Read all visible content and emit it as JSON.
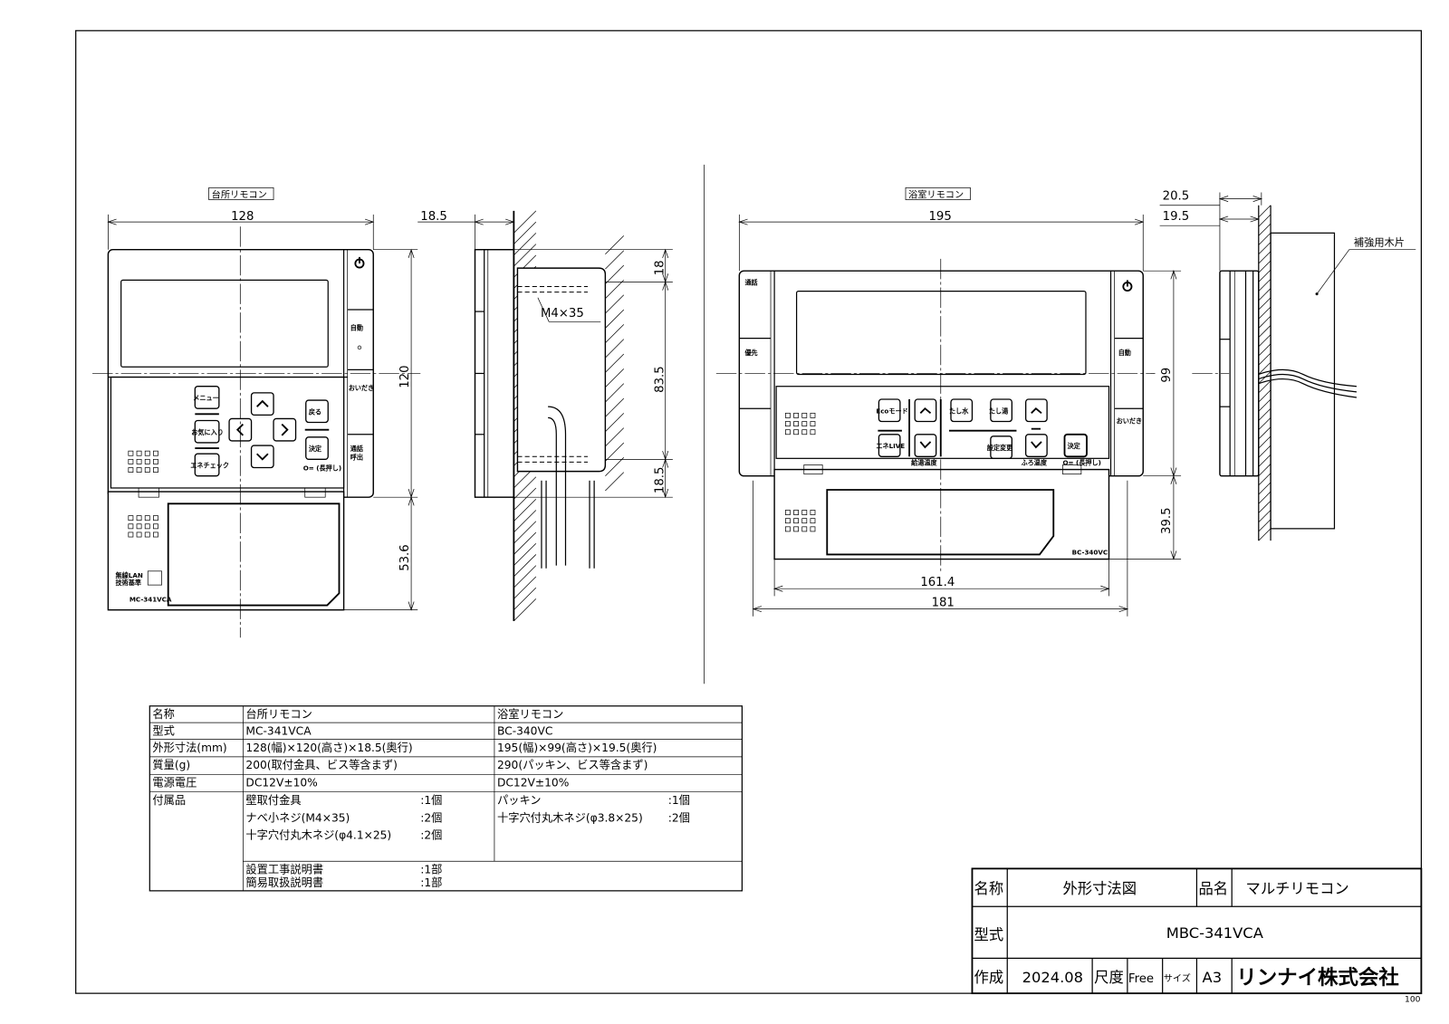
{
  "kitchen": {
    "title": "台所リモコン",
    "model_label": "MC-341VCA",
    "side_buttons": [
      "自動",
      "おいだき",
      "通話",
      "呼出"
    ],
    "buttons": [
      "メニュー",
      "お気に入り",
      "エネチェック",
      "戻る",
      "決定"
    ],
    "key_note": "O= (長押し)",
    "lid_text": [
      "無線LAN",
      "技術基準"
    ],
    "dims": {
      "width": "128",
      "height": "120",
      "lid": "53.6",
      "depth": "18.5",
      "top": "18",
      "pitch": "83.5",
      "bottom": "18.5"
    },
    "screw_label": "M4×35"
  },
  "bath": {
    "title": "浴室リモコン",
    "model_label": "BC-340VC",
    "left_buttons": [
      "通話",
      "優先"
    ],
    "right_buttons": [
      "自動",
      "おいだき"
    ],
    "buttons": [
      "Ecoモード",
      "エネLIVE",
      "たし水",
      "たし湯",
      "設定変更",
      "決定"
    ],
    "captions": [
      "給湯温度",
      "ふろ温度",
      "O= (長押し)"
    ],
    "dims": {
      "width": "195",
      "height": "99",
      "lid": "39.5",
      "inner": "161.4",
      "outer": "181",
      "depth1": "20.5",
      "depth2": "19.5"
    },
    "wood_label": "補強用木片"
  },
  "spec_table": {
    "headers": [
      "名称",
      "台所リモコン",
      "浴室リモコン"
    ],
    "rows": [
      [
        "型式",
        "MC-341VCA",
        "BC-340VC"
      ],
      [
        "外形寸法(mm)",
        "128(幅)×120(高さ)×18.5(奥行)",
        "195(幅)×99(高さ)×19.5(奥行)"
      ],
      [
        "質量(g)",
        "200(取付金具、ビス等含まず)",
        "290(パッキン、ビス等含まず)"
      ],
      [
        "電源電圧",
        "DC12V±10%",
        "DC12V±10%"
      ]
    ],
    "accessories_label": "付属品",
    "kitchen_accessories": [
      [
        "壁取付金具",
        ":1個"
      ],
      [
        "ナベ小ネジ(M4×35)",
        ":2個"
      ],
      [
        "十字穴付丸木ネジ(φ4.1×25)",
        ":2個"
      ]
    ],
    "bath_accessories": [
      [
        "パッキン",
        ":1個"
      ],
      [
        "十字穴付丸木ネジ(φ3.8×25)",
        ":2個"
      ]
    ],
    "shared_accessories": [
      [
        "設置工事説明書",
        ":1部"
      ],
      [
        "簡易取扱説明書",
        ":1部"
      ]
    ]
  },
  "title_block": {
    "name_label": "名称",
    "name": "外形寸法図",
    "product_label": "品名",
    "product": "マルチリモコン",
    "model_label": "型式",
    "model": "MBC-341VCA",
    "created_label": "作成",
    "created": "2024.08",
    "scale_label": "尺度",
    "scale": "Free",
    "size_label": "サイズ",
    "size": "A3",
    "company": "リンナイ株式会社"
  },
  "corner_note": "100"
}
